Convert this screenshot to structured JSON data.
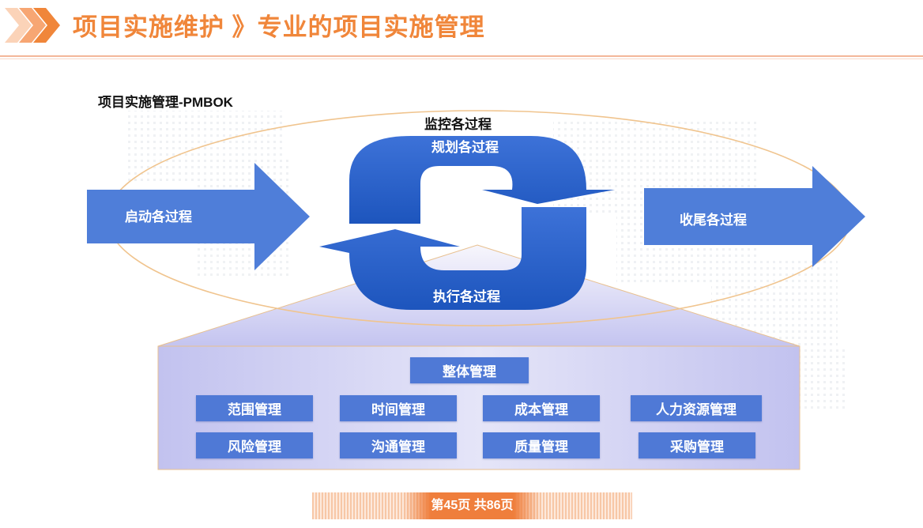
{
  "header": {
    "title": "项目实施维护 》专业的项目实施管理"
  },
  "diagram": {
    "title": "项目实施管理-PMBOK",
    "monitor_label": "监控各过程",
    "planning_label": "规划各过程",
    "executing_label": "执行各过程",
    "initiating_label": "启动各过程",
    "closing_label": "收尾各过程"
  },
  "areas": {
    "top": "整体管理",
    "items": [
      "范围管理",
      "时间管理",
      "成本管理",
      "人力资源管理",
      "风险管理",
      "沟通管理",
      "质量管理",
      "采购管理"
    ]
  },
  "footer": {
    "page": "第45页 共86页"
  },
  "colors": {
    "accent": "#f0863a",
    "blue": "#4f79d6",
    "dark_blue": "#2563c9"
  }
}
